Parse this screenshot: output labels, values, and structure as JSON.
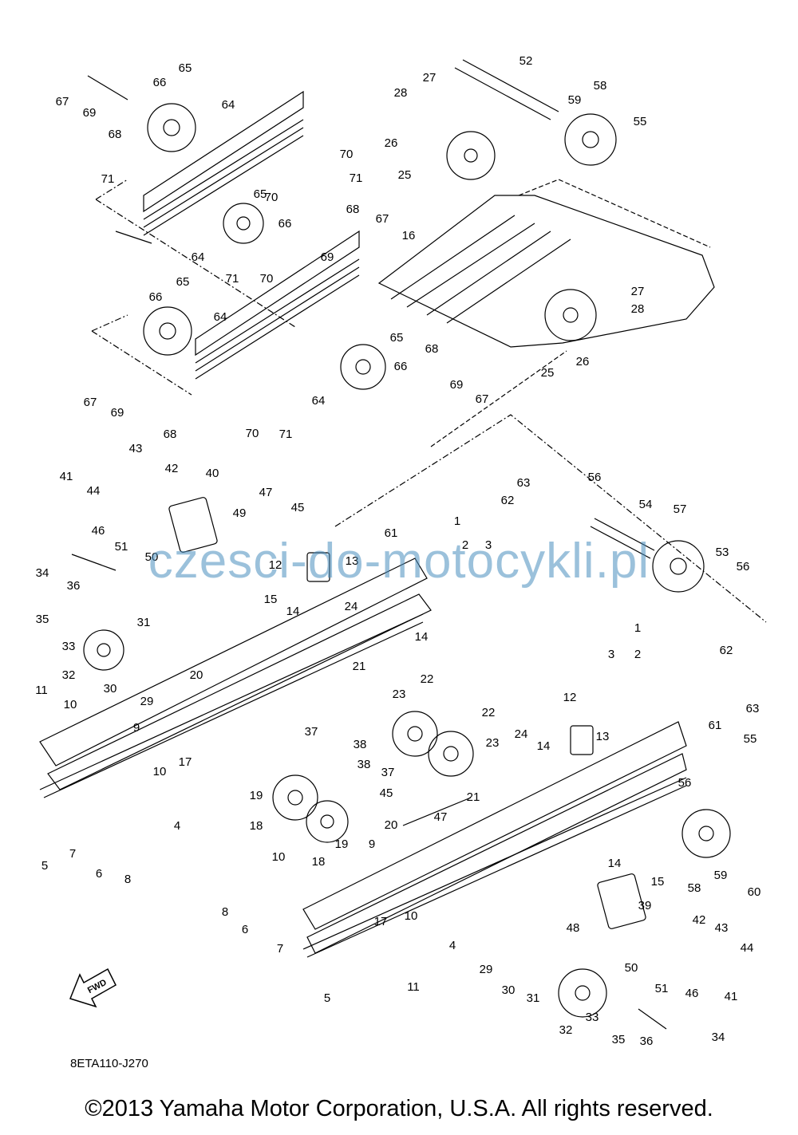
{
  "drawing_code": "8ETA110-J270",
  "fwd_label": "FWD",
  "watermark": "czesci-do-motocykli.pl",
  "copyright": "©2013 Yamaha Motor Corporation, U.S.A. All rights reserved.",
  "callouts": [
    "1",
    "2",
    "3",
    "4",
    "5",
    "6",
    "7",
    "8",
    "9",
    "10",
    "11",
    "12",
    "13",
    "14",
    "15",
    "16",
    "17",
    "18",
    "19",
    "20",
    "21",
    "22",
    "23",
    "24",
    "25",
    "26",
    "27",
    "28",
    "29",
    "30",
    "31",
    "32",
    "33",
    "34",
    "35",
    "36",
    "37",
    "38",
    "39",
    "40",
    "41",
    "42",
    "43",
    "44",
    "45",
    "46",
    "47",
    "48",
    "49",
    "50",
    "51",
    "52",
    "53",
    "54",
    "55",
    "56",
    "57",
    "58",
    "59",
    "60",
    "61",
    "62",
    "63",
    "64",
    "65",
    "66",
    "67",
    "68",
    "69",
    "70",
    "71"
  ],
  "colors": {
    "ink": "#000000",
    "watermark": "#4a8fbf",
    "background": "#ffffff"
  }
}
